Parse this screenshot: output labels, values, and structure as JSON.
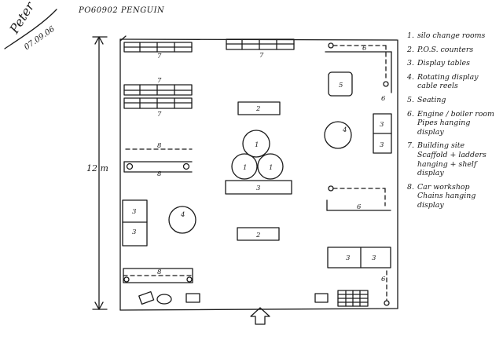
{
  "header": {
    "signature": "Peter",
    "date": "07.09.06",
    "title": "PO60902 PENGUIN"
  },
  "dimension_label": "12 m",
  "units": {
    "u1_label": "1",
    "u2_label": "1",
    "u3_label": "1",
    "t2_top_label": "2",
    "t2_bottom_label": "2",
    "t3_center_label": "3",
    "cab_left_a_label": "3",
    "cab_left_b_label": "3",
    "cab_right_a_label": "3",
    "cab_right_b_label": "3",
    "cab_bottom_a_label": "3",
    "cab_bottom_b_label": "3",
    "reel_left_label": "4",
    "reel_right_label": "4",
    "seat_label": "5",
    "pipe_top_label": "6",
    "pipe_top_side_label": "6",
    "pipe_mid_label": "6",
    "pipe_bottom_label": "6",
    "scaffold_top_label": "7",
    "scaffold_left1_top": "7",
    "scaffold_left1_bottom": "7",
    "scaffold_left2_bottom": "7",
    "chain_top_label": "8",
    "chain_top_bottom_label": "8",
    "chain_bottom_label": "8"
  },
  "legend": [
    {
      "num": "1.",
      "lines": [
        "silo change rooms"
      ]
    },
    {
      "num": "2.",
      "lines": [
        "P.O.S. counters"
      ]
    },
    {
      "num": "3.",
      "lines": [
        "Display tables"
      ]
    },
    {
      "num": "4.",
      "lines": [
        "Rotating display",
        "cable reels"
      ]
    },
    {
      "num": "5.",
      "lines": [
        "Seating"
      ]
    },
    {
      "num": "6.",
      "lines": [
        "Engine / boiler room",
        "Pipes hanging",
        "display"
      ]
    },
    {
      "num": "7.",
      "lines": [
        "Building site",
        "Scaffold + ladders",
        "hanging + shelf",
        "display"
      ]
    },
    {
      "num": "8.",
      "lines": [
        "Car workshop",
        "Chains hanging",
        "display"
      ]
    }
  ]
}
